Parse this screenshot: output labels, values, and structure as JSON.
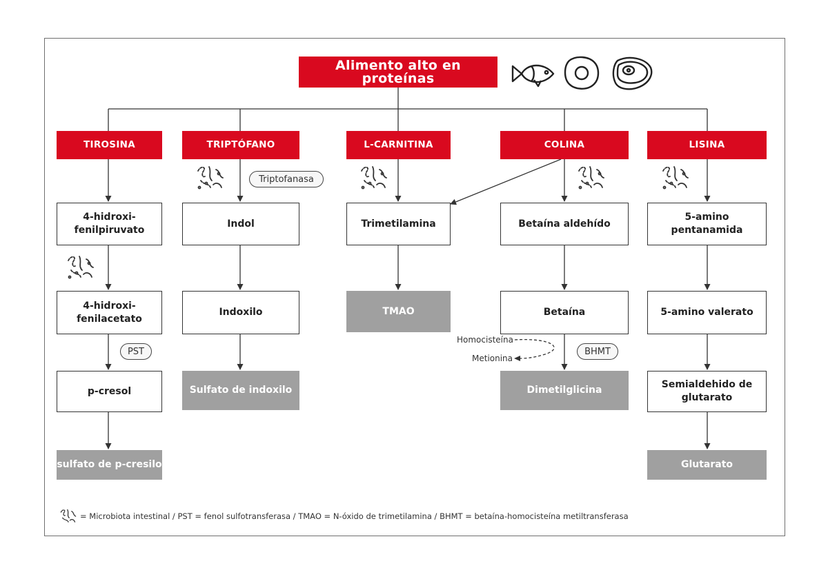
{
  "title": "Alimento alto en proteínas",
  "food_icons": [
    "fish-icon",
    "egg-icon",
    "steak-icon"
  ],
  "columns": [
    {
      "head": "TIROSINA",
      "steps": [
        "4-hidroxi-\nfenilpiruvato",
        "4-hidroxi-\nfenilacetato",
        "p-cresol"
      ],
      "final": "sulfato de p-cresilo"
    },
    {
      "head": "TRIPTÓFANO",
      "steps": [
        "Indol",
        "Indoxilo"
      ],
      "final": "Sulfato de indoxilo"
    },
    {
      "head": "L-CARNITINA",
      "steps": [
        "Trimetilamina"
      ],
      "final": "TMAO"
    },
    {
      "head": "COLINA",
      "steps": [
        "Betaína aldehído",
        "Betaína"
      ],
      "final": "Dimetilglicina"
    },
    {
      "head": "LISINA",
      "steps": [
        "5-amino\npentanamida",
        "5-amino valerato",
        "Semialdehido de\nglutarato"
      ],
      "final": "Glutarato"
    }
  ],
  "enzymes": {
    "triptofanasa": "Triptofanasa",
    "pst": "PST",
    "bhmt": "BHMT"
  },
  "side_labels": {
    "homocisteina": "Homocisteína",
    "metionina": "Metionina"
  },
  "legend": "= Microbiota intestinal / PST = fenol sulfotransferasa / TMAO = N-óxido de trimetilamina / BHMT = betaína-homocisteína metiltransferasa",
  "colors": {
    "red": "#d9091f",
    "gray": "#a0a0a0",
    "line": "#333333"
  }
}
